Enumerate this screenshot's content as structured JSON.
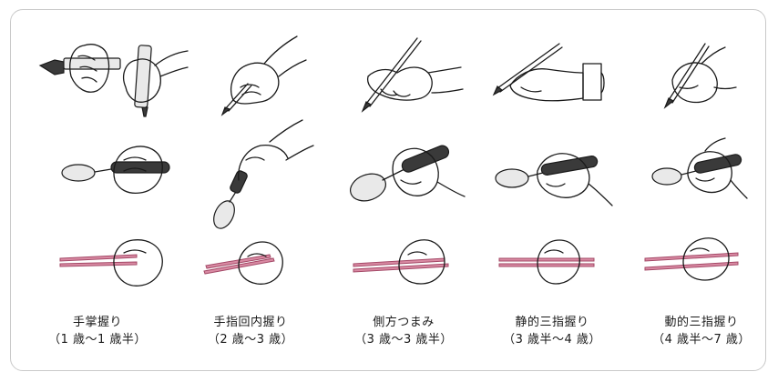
{
  "colors": {
    "ink": "#1a1a1a",
    "handle_dark": "#3a3a3a",
    "chopstick_pink": "#c85f7e",
    "frame_border": "#c9c9c9"
  },
  "rows": [
    {
      "name": "pencil-grip-row",
      "icon": "pencil-hand-icon"
    },
    {
      "name": "spoon-grip-row",
      "icon": "spoon-hand-icon"
    },
    {
      "name": "chopsticks-grip-row",
      "icon": "chopsticks-hand-icon"
    }
  ],
  "stages": [
    {
      "title": "手掌握り",
      "age": "（1 歳〜1 歳半）"
    },
    {
      "title": "手指回内握り",
      "age": "（2 歳〜3 歳）"
    },
    {
      "title": "側方つまみ",
      "age": "（3 歳〜3 歳半）"
    },
    {
      "title": "静的三指握り",
      "age": "（3 歳半〜4 歳）"
    },
    {
      "title": "動的三指握り",
      "age": "（4 歳半〜7 歳）"
    }
  ]
}
